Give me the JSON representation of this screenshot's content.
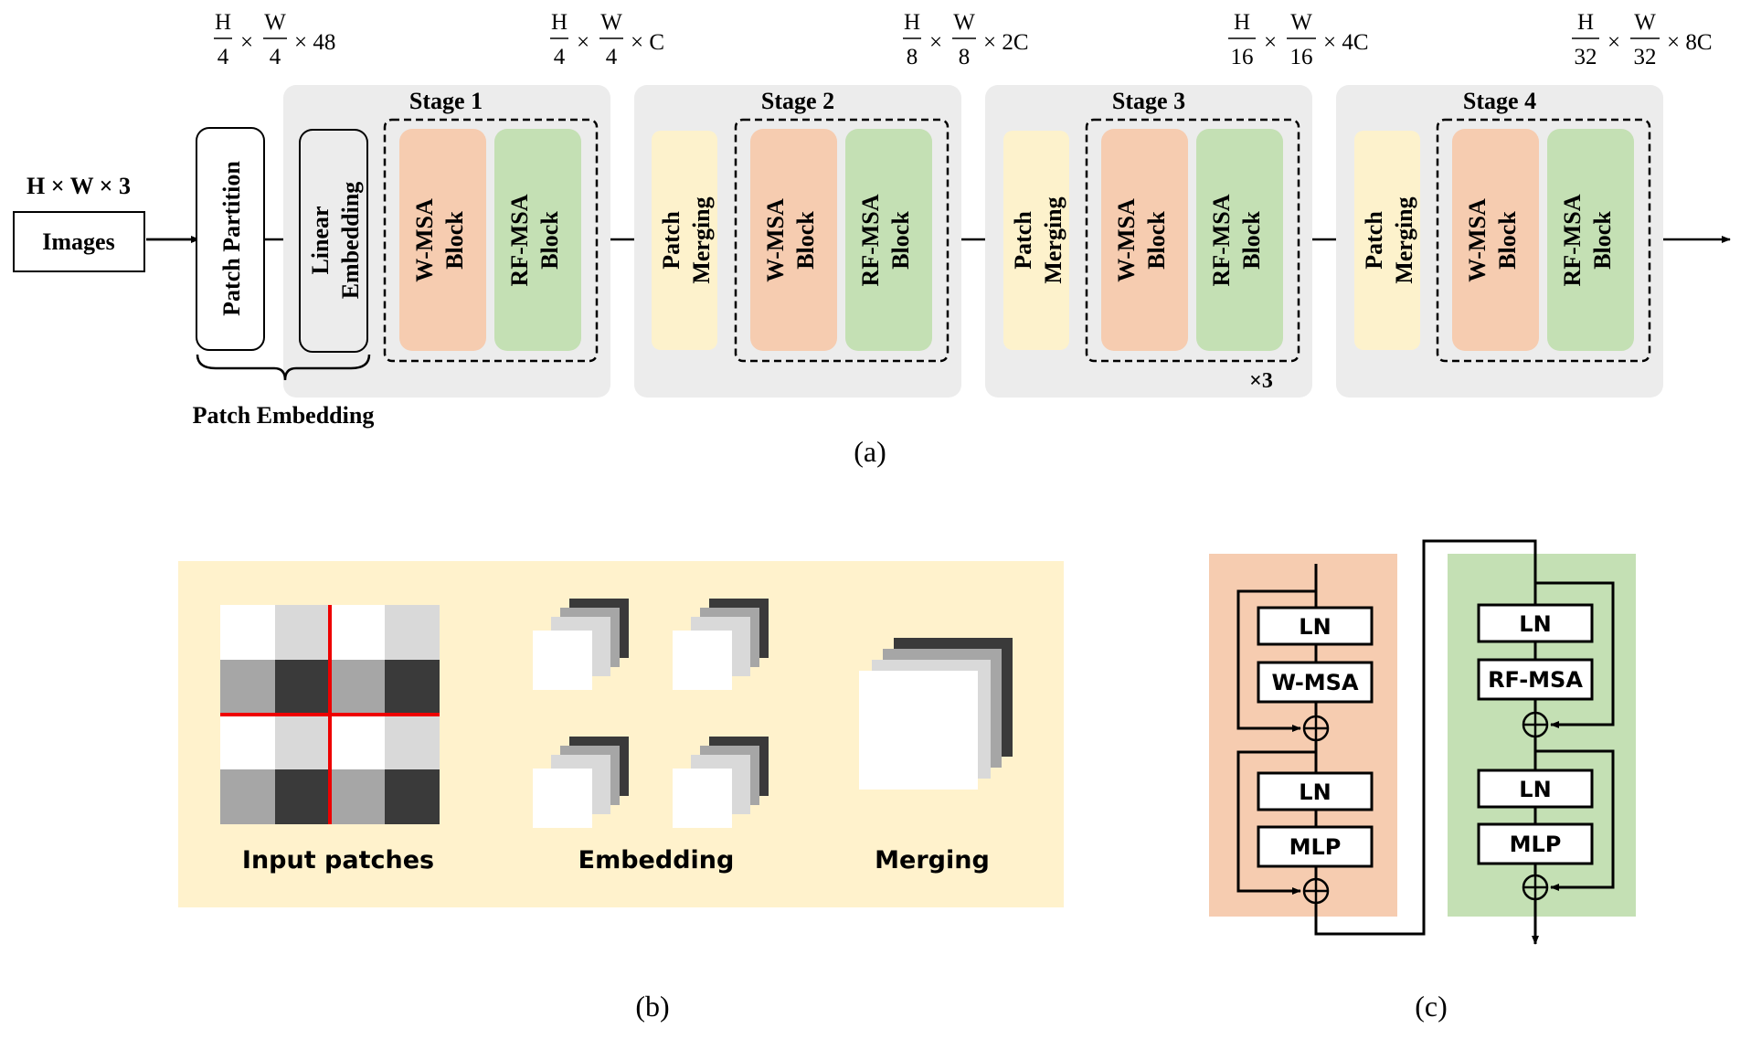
{
  "panel_a": {
    "caption": "(a)",
    "input_dims": "H × W × 3",
    "input_label": "Images",
    "patch_partition": "Patch Partition",
    "linear_embedding": [
      "Linear",
      "Embedding"
    ],
    "patch_embedding": "Patch Embedding",
    "patch_merging": [
      "Patch",
      "Merging"
    ],
    "wmsa_block": [
      "W-MSA",
      "Block"
    ],
    "rfmsa_block": [
      "RF-MSA",
      "Block"
    ],
    "repeat_stage3": "×3",
    "dims": [
      {
        "num_h": "H",
        "den_h": "4",
        "num_w": "W",
        "den_w": "4",
        "tail": "× 48"
      },
      {
        "num_h": "H",
        "den_h": "4",
        "num_w": "W",
        "den_w": "4",
        "tail": "× C"
      },
      {
        "num_h": "H",
        "den_h": "8",
        "num_w": "W",
        "den_w": "8",
        "tail": "× 2C"
      },
      {
        "num_h": "H",
        "den_h": "16",
        "num_w": "W",
        "den_w": "16",
        "tail": "× 4C"
      },
      {
        "num_h": "H",
        "den_h": "32",
        "num_w": "W",
        "den_w": "32",
        "tail": "× 8C"
      }
    ],
    "stages": [
      "Stage 1",
      "Stage 2",
      "Stage 3",
      "Stage 4"
    ]
  },
  "panel_b": {
    "caption": "(b)",
    "labels": [
      "Input patches",
      "Embedding",
      "Merging"
    ]
  },
  "panel_c": {
    "caption": "(c)",
    "left": {
      "ln1": "LN",
      "attn": "W-MSA",
      "ln2": "LN",
      "mlp": "MLP"
    },
    "right": {
      "ln1": "LN",
      "attn": "RF-MSA",
      "ln2": "LN",
      "mlp": "MLP"
    }
  },
  "colors": {
    "stage_bg": "#ececec",
    "wmsa": "#f6ccb0",
    "rfmsa": "#c4e0b4",
    "merging": "#fdf2cc",
    "panel_b_bg": "#fff2cc",
    "split_line": "#ee0000"
  }
}
